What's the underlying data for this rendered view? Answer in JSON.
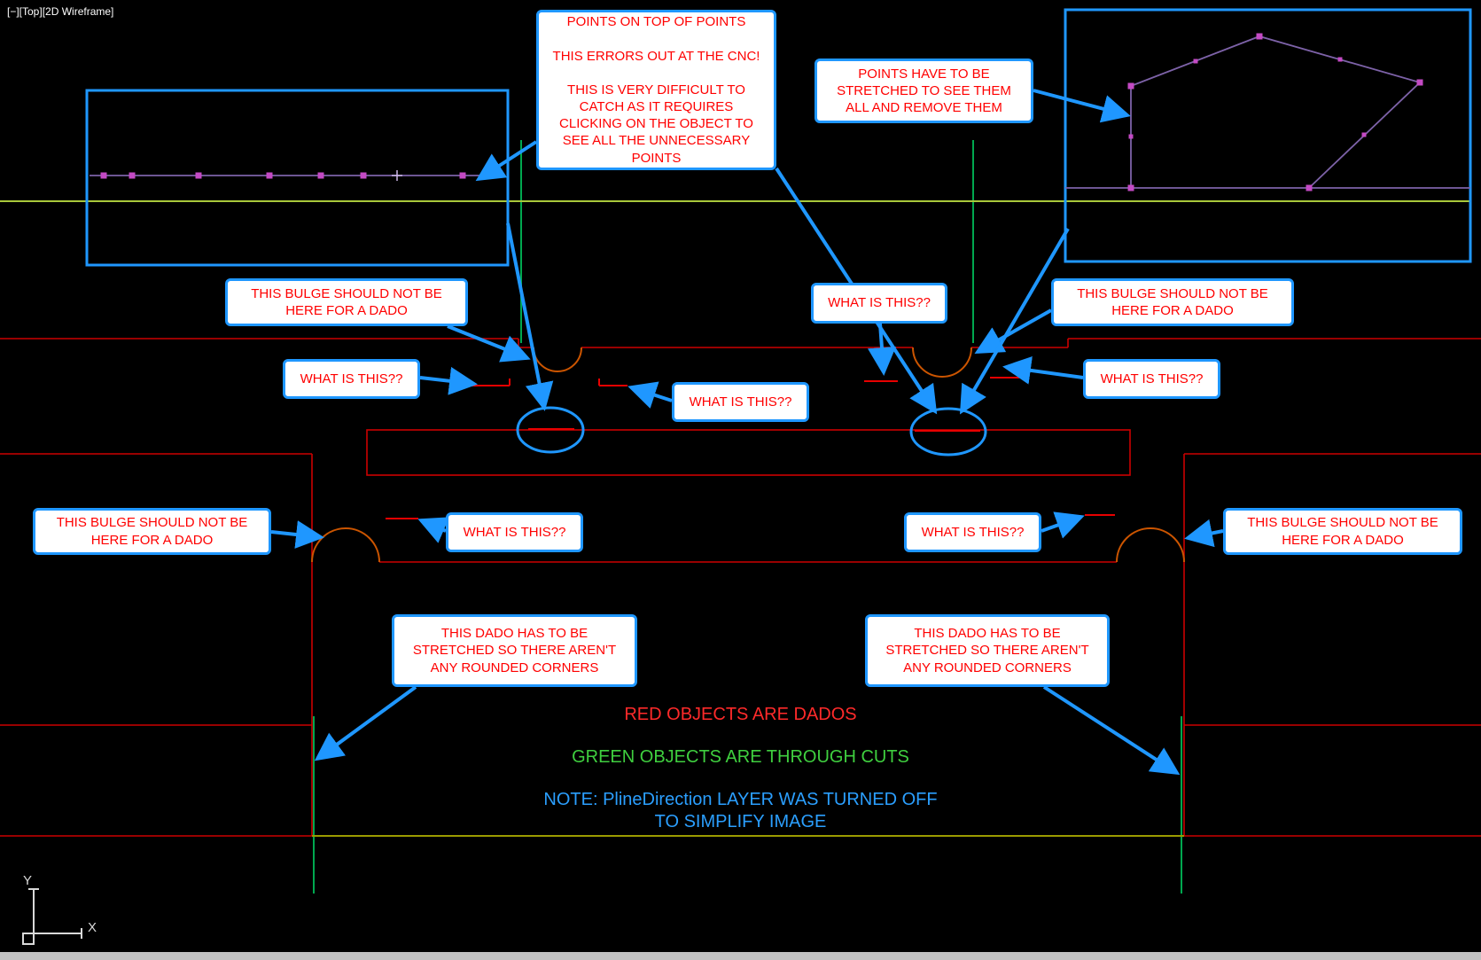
{
  "viewport": {
    "label": "[−][Top][2D Wireframe]"
  },
  "callouts": [
    {
      "id": "points-on-top",
      "text": "POINTS ON TOP OF POINTS\n\nTHIS ERRORS OUT AT THE CNC!\n\nTHIS IS VERY DIFFICULT TO\nCATCH AS IT REQUIRES\nCLICKING ON THE OBJECT TO\nSEE ALL THE UNNECESSARY\nPOINTS"
    },
    {
      "id": "points-stretch",
      "text": "POINTS HAVE TO BE\nSTRETCHED TO SEE THEM\nALL AND REMOVE THEM"
    },
    {
      "id": "bulge-top-left",
      "text": "THIS BULGE SHOULD NOT BE\nHERE FOR A DADO"
    },
    {
      "id": "what-top-left",
      "text": "WHAT IS THIS??"
    },
    {
      "id": "what-mid-left",
      "text": "WHAT IS THIS??"
    },
    {
      "id": "what-mid-right",
      "text": "WHAT IS THIS??"
    },
    {
      "id": "bulge-top-right",
      "text": "THIS BULGE SHOULD NOT BE\nHERE FOR A DADO"
    },
    {
      "id": "what-top-right",
      "text": "WHAT IS THIS??"
    },
    {
      "id": "bulge-bottom-left",
      "text": "THIS BULGE SHOULD NOT BE\nHERE FOR A DADO"
    },
    {
      "id": "what-bottom-left",
      "text": "WHAT IS THIS??"
    },
    {
      "id": "what-bottom-right",
      "text": "WHAT IS THIS??"
    },
    {
      "id": "bulge-bottom-right",
      "text": "THIS BULGE SHOULD NOT BE\nHERE FOR A DADO"
    },
    {
      "id": "dado-stretch-left",
      "text": "THIS DADO HAS TO BE\nSTRETCHED SO THERE AREN'T\nANY ROUNDED CORNERS"
    },
    {
      "id": "dado-stretch-right",
      "text": "THIS DADO HAS TO BE\nSTRETCHED SO THERE AREN'T\nANY ROUNDED CORNERS"
    }
  ],
  "legend": {
    "dados": "RED OBJECTS ARE DADOS",
    "through_cuts": "GREEN OBJECTS ARE THROUGH CUTS",
    "note": "NOTE: PlineDirection LAYER WAS TURNED OFF\nTO SIMPLIFY IMAGE"
  },
  "ucs": {
    "y_label": "Y",
    "x_label": "X"
  },
  "colors": {
    "background": "#000000",
    "callout_border": "#1f97ff",
    "callout_text": "#ff0000",
    "dado_red": "#cc0000",
    "bulge_orange": "#cc5500",
    "through_cut_green": "#00a84f",
    "legend_red": "#ff2a2a",
    "legend_green": "#3fcf3f",
    "note_blue": "#2b9fff",
    "polyline_purple": "#7d62a8",
    "grip_magenta": "#c44ac4",
    "top_line_yellowgreen": "#a8c83a",
    "bottom_line_dark_yellow": "#9b9b00"
  }
}
